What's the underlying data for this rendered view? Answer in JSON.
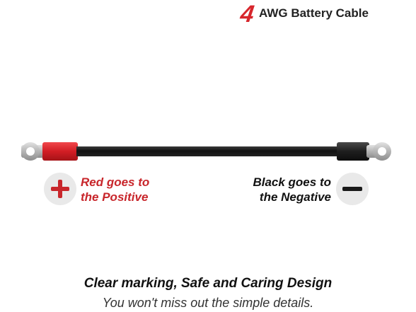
{
  "header": {
    "number": "4",
    "title": "AWG Battery Cable"
  },
  "positive": {
    "line1": "Red goes to",
    "line2": "the Positive",
    "icon": "plus-icon",
    "color": "#c8262b"
  },
  "negative": {
    "line1": "Black goes to",
    "line2": "the Negative",
    "icon": "minus-icon",
    "color": "#111111"
  },
  "caption": {
    "main": "Clear marking, Safe and Caring Design",
    "sub": "You won't miss out the simple details."
  },
  "colors": {
    "accent_red": "#d7262c",
    "cable_black": "#1c1c1c",
    "terminal_silver": "#bdbdbd"
  }
}
